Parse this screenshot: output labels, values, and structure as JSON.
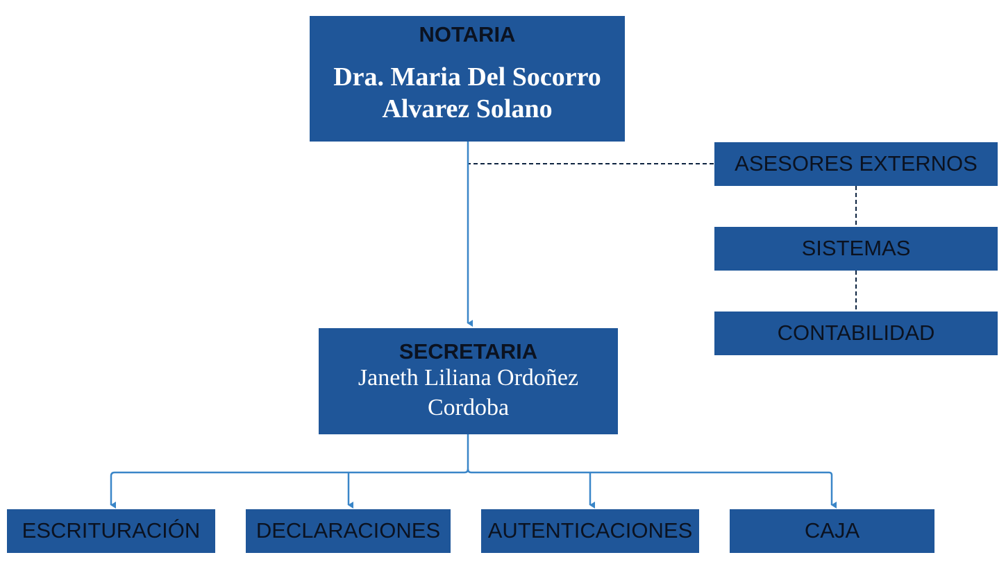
{
  "colors": {
    "box_fill": "#1f5699",
    "solid_connector": "#3a86c8",
    "dashed_connector": "#0d2340",
    "dark_text": "#0b1220",
    "white_text": "#ffffff"
  },
  "nodes": {
    "notaria": {
      "title": "NOTARIA",
      "person_line1": "Dra. Maria Del Socorro",
      "person_line2": "Alvarez Solano"
    },
    "secretaria": {
      "title": "SECRETARIA",
      "person_line1": "Janeth Liliana Ordoñez",
      "person_line2": "Cordoba"
    },
    "asesores_externos": {
      "label": "ASESORES EXTERNOS"
    },
    "sistemas": {
      "label": "SISTEMAS"
    },
    "contabilidad": {
      "label": "CONTABILIDAD"
    },
    "departments": [
      {
        "label": "ESCRITURACIÓN"
      },
      {
        "label": "DECLARACIONES"
      },
      {
        "label": "AUTENTICACIONES"
      },
      {
        "label": "CAJA"
      }
    ]
  }
}
